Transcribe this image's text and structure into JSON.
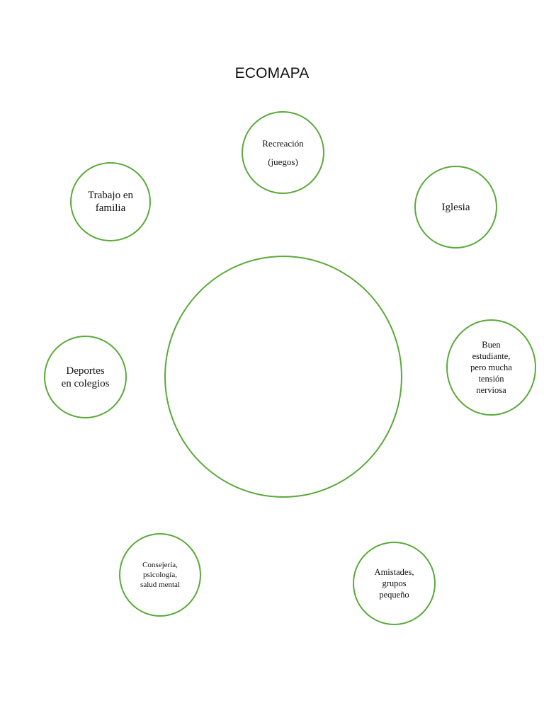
{
  "title": "ECOMAPA",
  "colors": {
    "circle_stroke": "#5aaa3a",
    "text": "#111111",
    "background": "#ffffff"
  },
  "center": {
    "label": ""
  },
  "nodes": {
    "recreacion": "Recreación\n(juegos)",
    "trabajo_en_familia": "Trabajo en\nfamilia",
    "iglesia": "Iglesia",
    "deportes_en_colegios": "Deportes\nen colegios",
    "buen_estudiante": "Buen\nestudiante,\npero mucha\ntensión\nnerviosa",
    "consejeria": "Consejería,\npsicología,\nsalud mental",
    "amistades": "Amistades,\ngrupos\npequeño"
  }
}
